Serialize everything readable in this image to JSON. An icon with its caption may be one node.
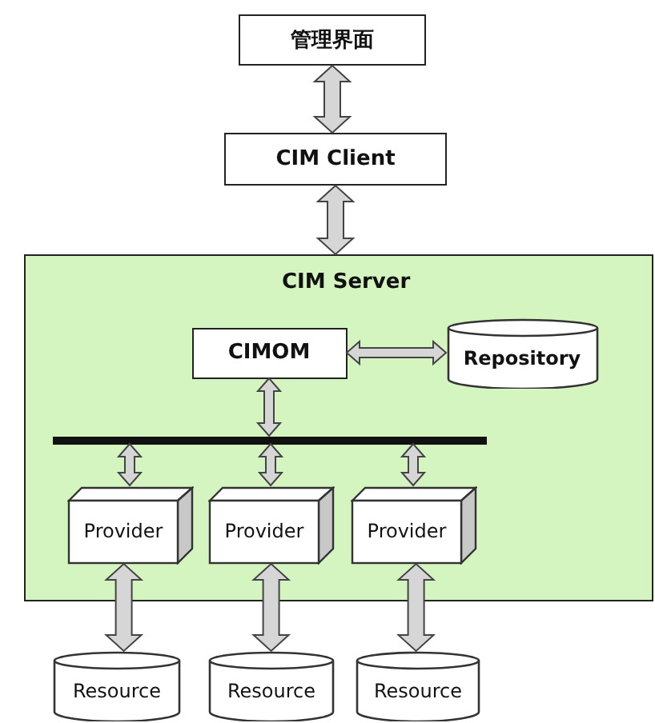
{
  "diagram": {
    "nodes": [
      {
        "text": [
          "管理界面"
        ]
      },
      {
        "text": [
          "CIM Client"
        ]
      },
      {
        "text": [
          "CIM Server"
        ]
      },
      {
        "text": [
          "CIMOM"
        ],
        "in": 2
      },
      {
        "text": [
          "Repository"
        ],
        "in": 2
      },
      {
        "text": [],
        "shape": "bar",
        "in": 2
      },
      {
        "text": [
          "Provider"
        ],
        "in": 2
      },
      {
        "text": [
          "Provider"
        ],
        "in": 2
      },
      {
        "text": [
          "Provider"
        ],
        "in": 2
      },
      {
        "text": [
          "Resource"
        ]
      },
      {
        "text": [
          "Resource"
        ]
      },
      {
        "text": [
          "Resource"
        ]
      }
    ],
    "edges": [
      {
        "from": 0,
        "to": 1,
        "arrow": "both"
      },
      {
        "from": 1,
        "to": 2,
        "arrow": "both"
      },
      {
        "from": 3,
        "to": 4,
        "arrow": "both"
      },
      {
        "from": 3,
        "to": 5,
        "arrow": "both"
      },
      {
        "from": 5,
        "to": 6,
        "arrow": "both"
      },
      {
        "from": 5,
        "to": 7,
        "arrow": "both"
      },
      {
        "from": 5,
        "to": 8,
        "arrow": "both"
      },
      {
        "from": 6,
        "to": 9,
        "arrow": "both"
      },
      {
        "from": 7,
        "to": 10,
        "arrow": "both"
      },
      {
        "from": 8,
        "to": 11,
        "arrow": "both"
      }
    ]
  }
}
